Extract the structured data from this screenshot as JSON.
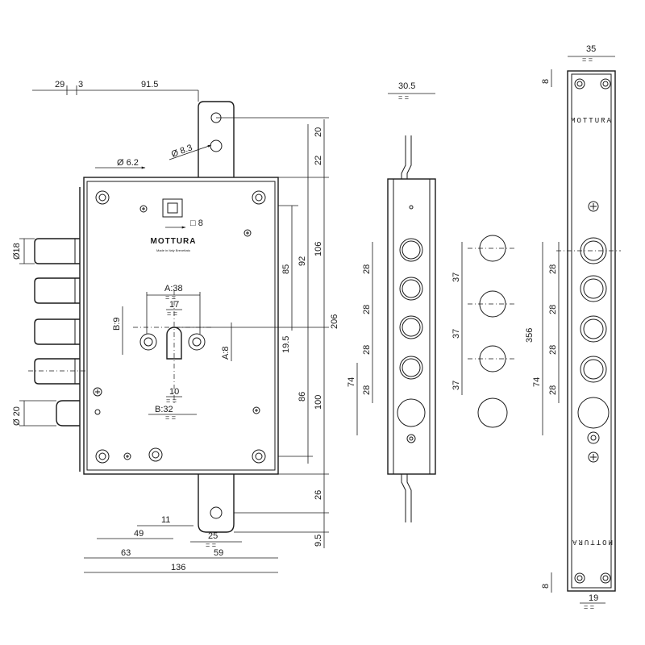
{
  "brand": {
    "name": "MOTTURA",
    "made_in": "Made in Italy Brevettato"
  },
  "dimensions": {
    "top": {
      "d29": "29",
      "d3": "3",
      "d915": "91.5"
    },
    "d62": "Ø 6.2",
    "d83": "Ø 8.3",
    "d18_square": "□ 8",
    "d18_bolt": "Ø18",
    "d20_latch": "Ø 20",
    "a38": "A:38",
    "d17": "17",
    "b9": "B:9",
    "a8": "A:8",
    "d10": "10",
    "b32": "B:32",
    "vertical_right": {
      "d20": "20",
      "d22": "22",
      "d106": "106",
      "d92": "92",
      "d85": "85",
      "d195": "19.5",
      "d206": "206",
      "d86": "86",
      "d100": "100",
      "d26": "26",
      "d95": "9.5"
    },
    "bottom": {
      "d11": "11",
      "d49": "49",
      "d25": "25",
      "d63": "63",
      "d59": "59",
      "d136": "136"
    },
    "side": {
      "d305": "30.5",
      "p1": "28",
      "p2": "28",
      "p3": "28",
      "p4": "28",
      "d74": "74"
    },
    "bolts": {
      "p1": "37",
      "p2": "37",
      "p3": "37"
    },
    "plate": {
      "d35": "35",
      "d8top": "8",
      "d8bot": "8",
      "d19": "19",
      "d356": "356",
      "p1": "28",
      "p2": "28",
      "p3": "28",
      "p4": "28",
      "d74": "74"
    },
    "equal": "= ="
  }
}
